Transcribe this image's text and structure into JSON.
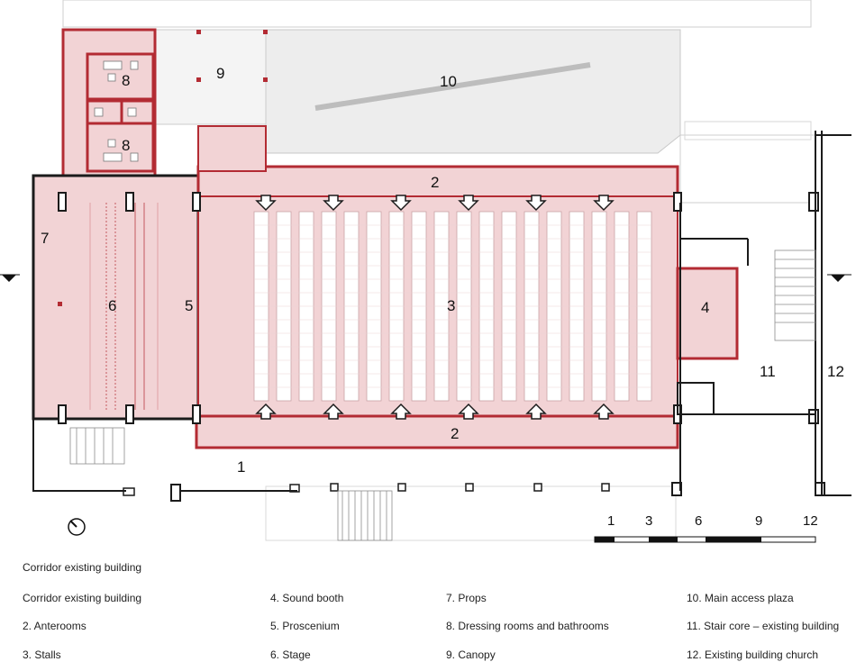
{
  "rooms": {
    "r1": "1",
    "r2_top": "2",
    "r2_bottom": "2",
    "r3": "3",
    "r4": "4",
    "r5": "5",
    "r6": "6",
    "r7": "7",
    "r8_top": "8",
    "r8_bottom": "8",
    "r9": "9",
    "r10": "10",
    "r11": "11",
    "r12": "12"
  },
  "scale_bar": {
    "labels": [
      "1",
      "3",
      "6",
      "9",
      "12"
    ]
  },
  "legend": {
    "title": "Corridor existing building",
    "items": [
      "Corridor existing building",
      "4. Sound booth",
      "7. Props",
      "10.  Main access plaza",
      "2. Anterooms",
      "5. Proscenium",
      "8. Dressing rooms and bathrooms",
      "11.  Stair core – existing building",
      "3. Stalls",
      "6. Stage",
      "9. Canopy",
      "12.  Existing building church"
    ]
  },
  "colors": {
    "wall_red": "#b32b33",
    "room_fill": "#f2d3d5",
    "plaza_fill": "#ececec",
    "line_dark": "#1b1b1b"
  }
}
